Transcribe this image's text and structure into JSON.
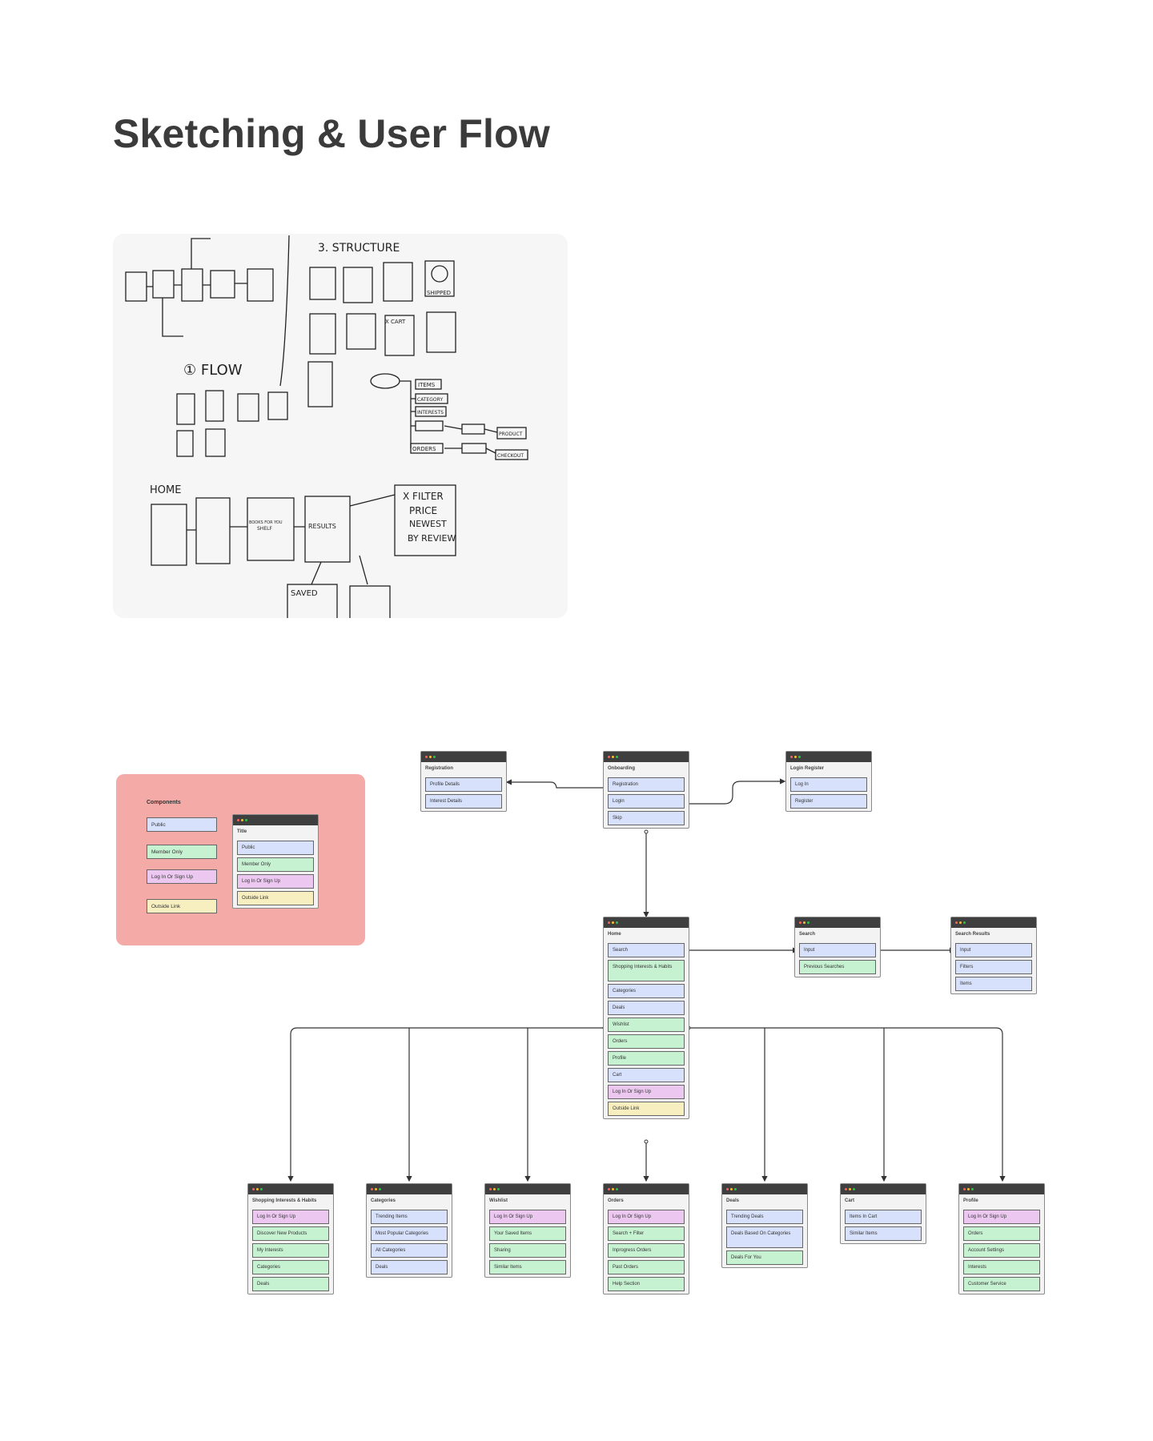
{
  "page": {
    "title": "Sketching & User Flow"
  },
  "sketch": {
    "annotations": [
      "3. STRUCTURE",
      "① FLOW",
      "HOME",
      "X FILTER",
      "PRICE",
      "NEWEST",
      "BY REVIEW",
      "RESULTS",
      "SAVED",
      "ITEMS",
      "CATEGORY",
      "INTERESTS",
      "ORDERS",
      "PRODUCT",
      "CHECKOUT",
      "X CART",
      "SHIPPED",
      "BOOKS FOR YOU",
      "SHELF"
    ]
  },
  "legend": {
    "title": "Components",
    "items": [
      {
        "label": "Public",
        "type": "public"
      },
      {
        "label": "Member Only",
        "type": "member"
      },
      {
        "label": "Log In Or Sign Up",
        "type": "login"
      },
      {
        "label": "Outside Link",
        "type": "outside"
      }
    ],
    "sample_window": {
      "title": "Title",
      "items": [
        {
          "label": "Public",
          "type": "public"
        },
        {
          "label": "Member Only",
          "type": "member"
        },
        {
          "label": "Log In Or Sign Up",
          "type": "login"
        },
        {
          "label": "Outside Link",
          "type": "outside"
        }
      ]
    }
  },
  "colors": {
    "public": "#d7e1fb",
    "member": "#c7f2d2",
    "login": "#ecc8f1",
    "outside": "#f7efbf",
    "legend_bg": "#f4aaa6"
  },
  "flow": {
    "registration": {
      "title": "Registration",
      "items": [
        {
          "label": "Profile Details",
          "type": "public"
        },
        {
          "label": "Interest Details",
          "type": "public"
        }
      ]
    },
    "onboarding": {
      "title": "Onboarding",
      "items": [
        {
          "label": "Registration",
          "type": "public"
        },
        {
          "label": "Login",
          "type": "public"
        },
        {
          "label": "Skip",
          "type": "public"
        }
      ]
    },
    "login_register": {
      "title": "Login Register",
      "items": [
        {
          "label": "Log In",
          "type": "public"
        },
        {
          "label": "Register",
          "type": "public"
        }
      ]
    },
    "home": {
      "title": "Home",
      "items": [
        {
          "label": "Search",
          "type": "public"
        },
        {
          "label": "Shopping Interests & Habits",
          "type": "member"
        },
        {
          "label": "Categories",
          "type": "public"
        },
        {
          "label": "Deals",
          "type": "public"
        },
        {
          "label": "Wishlist",
          "type": "member"
        },
        {
          "label": "Orders",
          "type": "member"
        },
        {
          "label": "Profile",
          "type": "member"
        },
        {
          "label": "Cart",
          "type": "public"
        },
        {
          "label": "Log In Or Sign Up",
          "type": "login"
        },
        {
          "label": "Outside Link",
          "type": "outside"
        }
      ]
    },
    "search": {
      "title": "Search",
      "items": [
        {
          "label": "Input",
          "type": "public"
        },
        {
          "label": "Previous Searches",
          "type": "member"
        }
      ]
    },
    "search_results": {
      "title": "Search Results",
      "items": [
        {
          "label": "Input",
          "type": "public"
        },
        {
          "label": "Filters",
          "type": "public"
        },
        {
          "label": "Items",
          "type": "public"
        }
      ]
    },
    "shopping": {
      "title": "Shopping Interests & Habits",
      "items": [
        {
          "label": "Log In Or Sign Up",
          "type": "login"
        },
        {
          "label": "Discover New Products",
          "type": "member"
        },
        {
          "label": "My Interests",
          "type": "member"
        },
        {
          "label": "Categories",
          "type": "member"
        },
        {
          "label": "Deals",
          "type": "member"
        }
      ]
    },
    "categories": {
      "title": "Categories",
      "items": [
        {
          "label": "Trending Items",
          "type": "public"
        },
        {
          "label": "Most Popular Categories",
          "type": "public"
        },
        {
          "label": "All Categories",
          "type": "public"
        },
        {
          "label": "Deals",
          "type": "public"
        }
      ]
    },
    "wishlist": {
      "title": "Wishlist",
      "items": [
        {
          "label": "Log In Or Sign Up",
          "type": "login"
        },
        {
          "label": "Your Saved Items",
          "type": "member"
        },
        {
          "label": "Sharing",
          "type": "member"
        },
        {
          "label": "Similar Items",
          "type": "member"
        }
      ]
    },
    "orders": {
      "title": "Orders",
      "items": [
        {
          "label": "Log In Or Sign Up",
          "type": "login"
        },
        {
          "label": "Search + Filter",
          "type": "member"
        },
        {
          "label": "Inprogress Orders",
          "type": "member"
        },
        {
          "label": "Past Orders",
          "type": "member"
        },
        {
          "label": "Help Section",
          "type": "member"
        }
      ]
    },
    "deals": {
      "title": "Deals",
      "items": [
        {
          "label": "Trending Deals",
          "type": "public"
        },
        {
          "label": "Deals Based On Categories",
          "type": "public"
        },
        {
          "label": "Deals For You",
          "type": "member"
        }
      ]
    },
    "cart": {
      "title": "Cart",
      "items": [
        {
          "label": "Items In Cart",
          "type": "public"
        },
        {
          "label": "Similar Items",
          "type": "public"
        }
      ]
    },
    "profile": {
      "title": "Profile",
      "items": [
        {
          "label": "Log In Or Sign Up",
          "type": "login"
        },
        {
          "label": "Orders",
          "type": "member"
        },
        {
          "label": "Account Settings",
          "type": "member"
        },
        {
          "label": "Interests",
          "type": "member"
        },
        {
          "label": "Customer Service",
          "type": "member"
        }
      ]
    }
  }
}
